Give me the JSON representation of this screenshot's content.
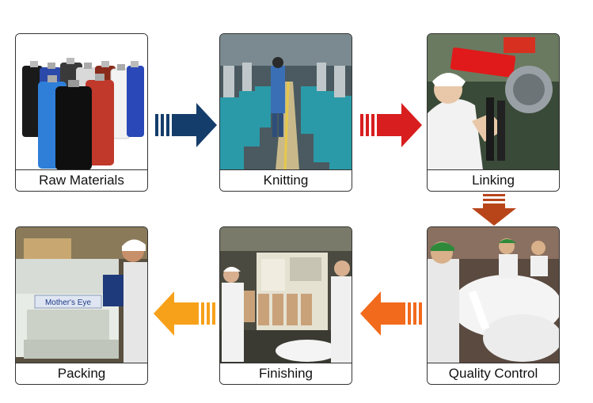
{
  "steps": [
    {
      "label": "Raw Materials",
      "icon": "yarn-cones-photo"
    },
    {
      "label": "Knitting",
      "icon": "knitting-machines-photo"
    },
    {
      "label": "Linking",
      "icon": "linking-machine-photo"
    },
    {
      "label": "Quality Control",
      "icon": "quality-control-photo"
    },
    {
      "label": "Finishing",
      "icon": "finishing-machine-photo"
    },
    {
      "label": "Packing",
      "icon": "packing-machine-photo"
    }
  ],
  "photo_text": {
    "packing_machine_sign": "Mother's Eye"
  },
  "arrows": [
    {
      "from": "Raw Materials",
      "to": "Knitting",
      "direction": "right",
      "color": "#143d6b"
    },
    {
      "from": "Knitting",
      "to": "Linking",
      "direction": "right",
      "color": "#d81e1e"
    },
    {
      "from": "Linking",
      "to": "Quality Control",
      "direction": "down",
      "color": "#b8451a"
    },
    {
      "from": "Quality Control",
      "to": "Finishing",
      "direction": "left",
      "color": "#f26a1b"
    },
    {
      "from": "Finishing",
      "to": "Packing",
      "direction": "left",
      "color": "#f7a11a"
    }
  ]
}
